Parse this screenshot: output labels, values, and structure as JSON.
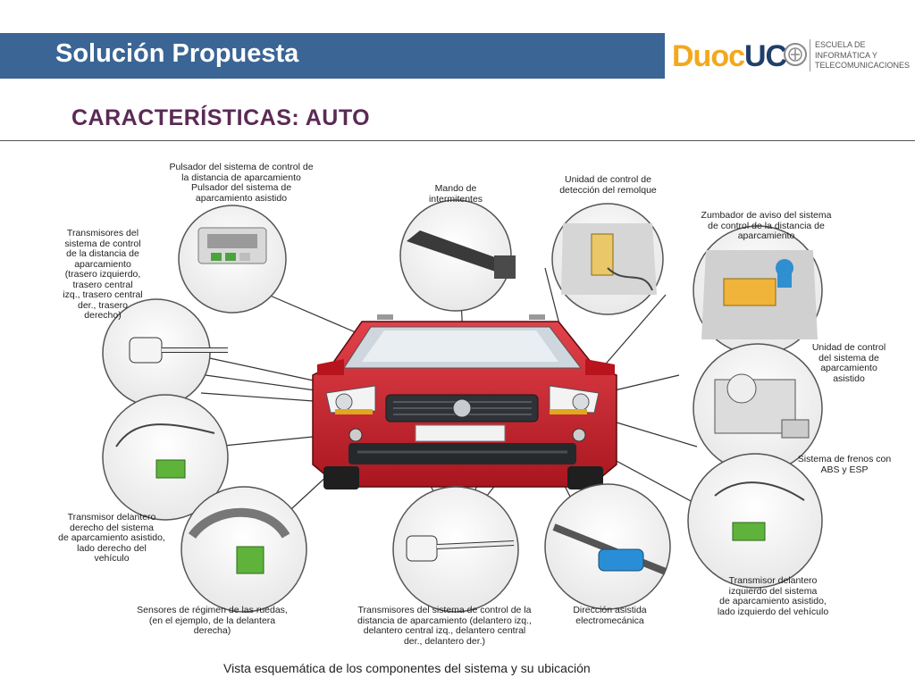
{
  "header": {
    "title": "Solución Propuesta",
    "bar_color": "#3a6595"
  },
  "logo": {
    "duoc": "Duoc",
    "uc": "UC",
    "school": "ESCUELA DE\nINFORMÁTICA Y\nTELECOMUNICACIONES"
  },
  "section": {
    "title": "CARACTERÍSTICAS: AUTO",
    "title_color": "#5b2a55"
  },
  "diagram": {
    "labels": {
      "park_button": "Pulsador del sistema de control de\nla distancia de aparcamiento\nPulsador del sistema de\naparcamiento asistido",
      "indicator_stalk": "Mando de\nintermitentes",
      "trailer_unit": "Unidad de control de\ndetección del remolque",
      "buzzer": "Zumbador de aviso del sistema\nde control de la distancia de\naparcamiento",
      "rear_sensors": "Transmisores del\nsistema de control\nde la distancia de\naparcamiento\n(trasero izquierdo,\ntrasero central\nizq., trasero central\nder., trasero\nderecho)",
      "park_assist_unit": "Unidad de control\ndel sistema de\naparcamiento\nasistido",
      "abs_esp": "Sistema de frenos con\nABS y ESP",
      "front_right_sensor": "Transmisor delantero\nderecho del sistema\nde aparcamiento asistido,\nlado derecho del\nvehículo",
      "wheel_speed": "Sensores de régimen de las ruedas,\n(en el ejemplo, de la delantera\nderecha)",
      "front_sensors": "Transmisores del sistema de control de la\ndistancia de aparcamiento (delantero izq.,\ndelantero central izq., delantero central\nder., delantero der.)",
      "steering": "Dirección asistida\nelectromecánica",
      "front_left_sensor": "Transmisor delantero\nizquierdo del sistema\nde aparcamiento asistido,\nlado izquierdo del vehículo"
    },
    "caption": "Vista esquemática de los componentes del sistema y su ubicación"
  },
  "colors": {
    "car_body": "#c8202a",
    "sensor_green": "#5fb33a",
    "buzzer_blue": "#2f8fd0",
    "module_yellow": "#f0b43a",
    "motor_blue": "#2a8ed6"
  }
}
